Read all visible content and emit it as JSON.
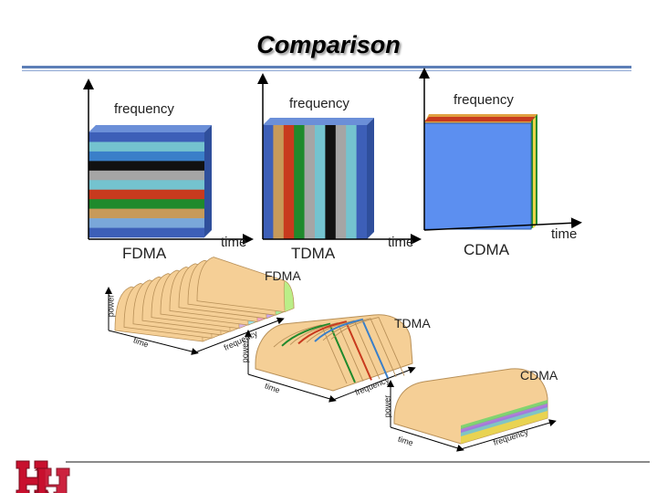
{
  "title": "Comparison",
  "top_panels": [
    {
      "freq_label": "frequency",
      "time_label": "time",
      "name": "FDMA"
    },
    {
      "freq_label": "frequency",
      "time_label": "time",
      "name": "TDMA"
    },
    {
      "freq_label": "frequency",
      "time_label": "time",
      "name": "CDMA"
    }
  ],
  "bottom": {
    "fdma": {
      "name": "FDMA",
      "power": "power",
      "time": "time",
      "frequency": "frequency"
    },
    "tdma": {
      "name": "TDMA",
      "power": "power",
      "time": "time",
      "frequency": "frequency"
    },
    "cdma": {
      "name": "CDMA",
      "power": "power",
      "time": "time",
      "frequency": "frequency"
    }
  },
  "colors": {
    "fdma_bands": [
      "#3d5fb8",
      "#74c3cf",
      "#3a7fc9",
      "#111111",
      "#a5a5a5",
      "#74c3cf",
      "#c83a1e",
      "#1f8a2c",
      "#c79a5a",
      "#7aa7d9",
      "#3d5fb8"
    ],
    "tdma_slots": [
      "#3d5fb8",
      "#c79a5a",
      "#c83a1e",
      "#1f8a2c",
      "#a5a5a5",
      "#74c3cf",
      "#111111",
      "#a5a5a5",
      "#74c3cf",
      "#3d5fb8"
    ],
    "cdma_layers": [
      "#e8d34a",
      "#c83a1e",
      "#1f8a2c",
      "#e0a040"
    ],
    "cdma_face": "#5c8ff0",
    "slab": "#f5cf96",
    "logo": "#c8102e",
    "rule": "#5d7fb7"
  },
  "logo_name": "uh-logo"
}
